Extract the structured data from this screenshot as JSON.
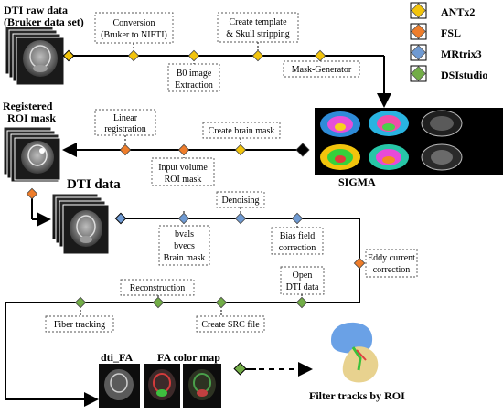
{
  "titles": {
    "dti_raw_line1": "DTI raw data",
    "dti_raw_line2": "(Bruker data set)",
    "registered_line1": "Registered",
    "registered_line2": "ROI mask",
    "dti_data": "DTI data",
    "sigma": "SIGMA",
    "dti_fa": "dti_FA",
    "fa_color_map": "FA color map",
    "filter_tracks": "Filter tracks by ROI"
  },
  "legend": {
    "items": [
      {
        "label": "ANTx2",
        "color": "#f2c40c"
      },
      {
        "label": "FSL",
        "color": "#ee7d2b"
      },
      {
        "label": "MRtrix3",
        "color": "#6f9ad2"
      },
      {
        "label": "DSIstudio",
        "color": "#72ad47"
      }
    ]
  },
  "steps": {
    "conversion_l1": "Conversion",
    "conversion_l2": "(Bruker to NIFTI)",
    "template_l1": "Create template",
    "template_l2": "& Skull stripping",
    "b0_l1": "B0 image",
    "b0_l2": "Extraction",
    "mask_generator": "Mask-Generator",
    "linear_l1": "Linear",
    "linear_l2": "registration",
    "create_brain_mask": "Create brain mask",
    "input_volume_l1": "Input volume",
    "input_volume_l2": "ROI mask",
    "denoising": "Denoising",
    "bvals": "bvals",
    "bvecs": "bvecs",
    "brain_mask": "Brain mask",
    "bias_l1": "Bias field",
    "bias_l2": "correction",
    "eddy_l1": "Eddy current",
    "eddy_l2": "correction",
    "reconstruction": "Reconstruction",
    "open_dti_l1": "Open",
    "open_dti_l2": "DTI data",
    "fiber_tracking": "Fiber tracking",
    "create_src": "Create SRC file"
  }
}
